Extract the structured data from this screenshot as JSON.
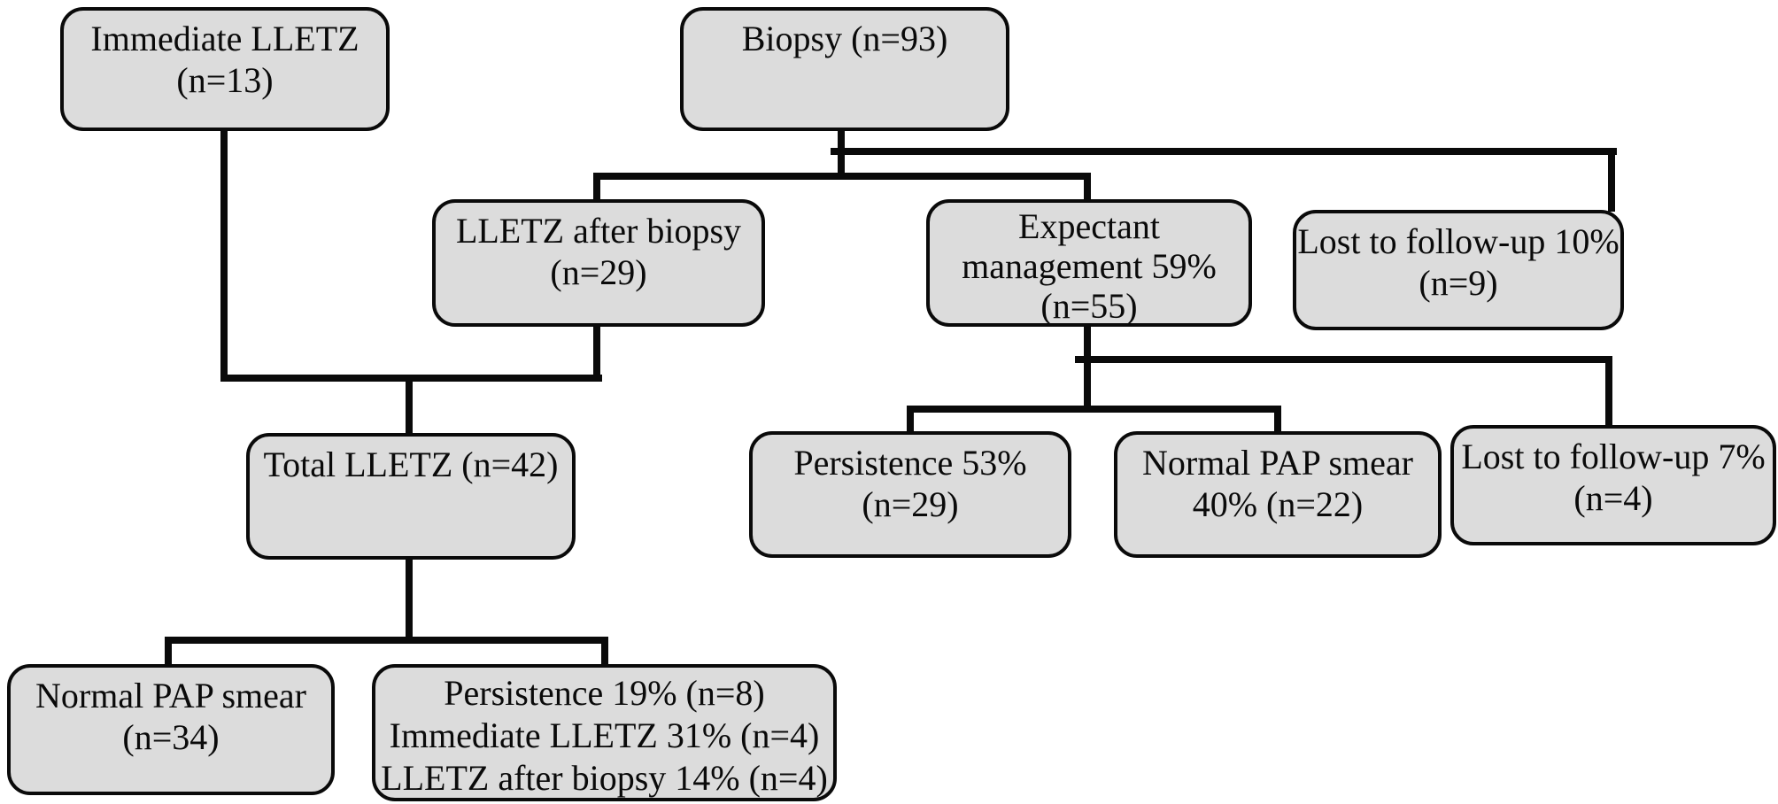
{
  "diagram": {
    "type": "flowchart",
    "colors": {
      "background": "#ffffff",
      "box_fill": "#dcdcdc",
      "box_border": "#0a0a0a",
      "connector": "#0a0a0a"
    },
    "boxes": [
      {
        "id": "immediate-lletz",
        "lines": [
          "Immediate LLETZ",
          "(n=13)"
        ]
      },
      {
        "id": "biopsy",
        "lines": [
          "Biopsy (n=93)"
        ]
      },
      {
        "id": "lletz-after-biopsy",
        "lines": [
          "LLETZ after biopsy",
          "(n=29)"
        ]
      },
      {
        "id": "expectant-management",
        "lines": [
          "Expectant",
          "management 59%",
          "(n=55)"
        ]
      },
      {
        "id": "lost-to-follow-up-10",
        "lines": [
          "Lost to follow-up 10%",
          "(n=9)"
        ]
      },
      {
        "id": "total-lletz",
        "lines": [
          "Total LLETZ (n=42)"
        ]
      },
      {
        "id": "persistence-53",
        "lines": [
          "Persistence 53%",
          "(n=29)"
        ]
      },
      {
        "id": "normal-pap-smear-40",
        "lines": [
          "Normal PAP smear",
          "40% (n=22)"
        ]
      },
      {
        "id": "lost-to-follow-up-7",
        "lines": [
          "Lost to follow-up 7%",
          "(n=4)"
        ]
      },
      {
        "id": "normal-pap-smear-34",
        "lines": [
          "Normal PAP smear",
          "(n=34)"
        ]
      },
      {
        "id": "total-lletz-outcomes",
        "lines": [
          "Persistence 19% (n=8)",
          "Immediate LLETZ 31% (n=4)",
          "LLETZ after biopsy 14% (n=4)"
        ]
      }
    ],
    "edges": [
      "immediate-lletz -> total-lletz",
      "biopsy -> lletz-after-biopsy",
      "biopsy -> expectant-management",
      "biopsy -> lost-to-follow-up-10",
      "lletz-after-biopsy -> total-lletz",
      "expectant-management -> persistence-53",
      "expectant-management -> normal-pap-smear-40",
      "expectant-management -> lost-to-follow-up-7",
      "total-lletz -> normal-pap-smear-34",
      "total-lletz -> total-lletz-outcomes"
    ]
  }
}
